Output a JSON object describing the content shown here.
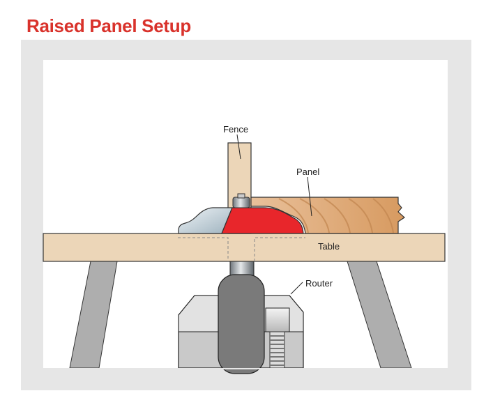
{
  "title": "Raised Panel Setup",
  "labels": {
    "fence": "Fence",
    "panel": "Panel",
    "table": "Table",
    "router": "Router"
  },
  "colors": {
    "title": "#d9322b",
    "bit": "#e8262b",
    "wood": "#d9a06a",
    "table": "#ecd6b8",
    "frame": "#e6e6e6"
  }
}
